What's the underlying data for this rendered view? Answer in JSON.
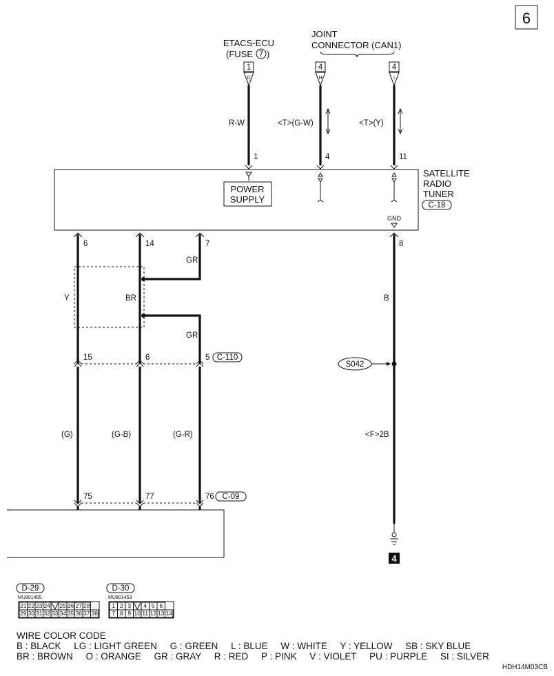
{
  "page_number": "6",
  "etacs": {
    "line1": "ETACS-ECU",
    "line2": "(FUSE",
    "fuse_no": "7",
    "line2_end": ")",
    "conn": "1",
    "pin": "D"
  },
  "joint": {
    "line1": "JOINT",
    "line2": "CONNECTOR (CAN1)",
    "conn1": "4",
    "pin1": "H",
    "conn2": "4",
    "pin2": "I"
  },
  "wires_top": {
    "rw": "R-W",
    "can_h": "<T>(G-W)",
    "can_l": "<T>(Y)"
  },
  "pins_top": {
    "p1": "1",
    "p4": "4",
    "p11": "11"
  },
  "tuner": {
    "line1": "SATELLITE",
    "line2": "RADIO",
    "line3": "TUNER",
    "conn": "C-18",
    "gnd": "GND",
    "power_l1": "POWER",
    "power_l2": "SUPPLY"
  },
  "pins_mid": {
    "p6": "6",
    "p14": "14",
    "p7": "7",
    "p8": "8"
  },
  "wires_mid": {
    "gr1": "GR",
    "y": "Y",
    "br": "BR",
    "gr2": "GR",
    "b": "B"
  },
  "c110": {
    "p15": "15",
    "p6": "6",
    "p5": "5",
    "conn": "C-110"
  },
  "splice": "S042",
  "wires_low": {
    "g": "(G)",
    "gb": "(G-B)",
    "gr": "(G-R)",
    "f2b": "<F>2B"
  },
  "c09": {
    "p75": "75",
    "p77": "77",
    "p76": "76",
    "conn": "C-09"
  },
  "ground_no": "4",
  "connectors": [
    {
      "name": "D-29",
      "part": "MU801455",
      "row1": [
        "21",
        "22",
        "23",
        "24",
        "",
        "25",
        "26",
        "27",
        "28"
      ],
      "row2": [
        "29",
        "30",
        "31",
        "32",
        "33",
        "34",
        "35",
        "36",
        "37",
        "38"
      ]
    },
    {
      "name": "D-30",
      "part": "MU801453",
      "row1": [
        "1",
        "2",
        "3",
        "",
        "4",
        "5",
        "6"
      ],
      "row2": [
        "7",
        "8",
        "9",
        "10",
        "11",
        "12",
        "13",
        "14"
      ]
    }
  ],
  "wire_code": {
    "title": "WIRE COLOR CODE",
    "line1": "B : BLACK     LG : LIGHT GREEN     G : GREEN     L : BLUE     W : WHITE     Y : YELLOW     SB : SKY BLUE",
    "line2": "BR : BROWN     O : ORANGE     GR : GRAY     R : RED     P : PINK     V : VIOLET     PU : PURPLE     SI : SILVER"
  },
  "figure_code": "HDH14M03CB"
}
